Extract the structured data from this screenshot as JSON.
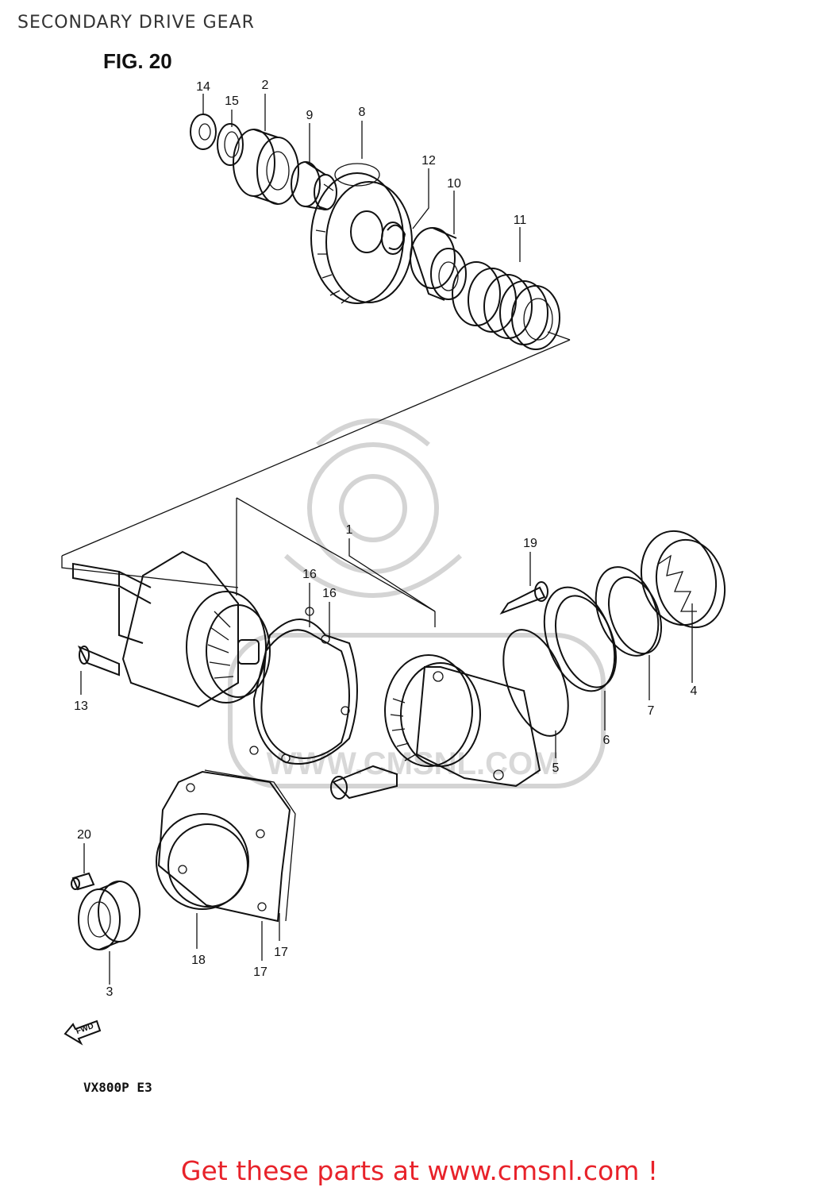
{
  "header": {
    "title": "SECONDARY DRIVE GEAR",
    "figure": "FIG. 20"
  },
  "footer": {
    "model_code": "VX800P E3",
    "fwd_label": "FWD",
    "cta_text": "Get these parts at www.cmsnl.com !"
  },
  "callouts": [
    {
      "id": "c14",
      "label": "14"
    },
    {
      "id": "c15",
      "label": "15"
    },
    {
      "id": "c2",
      "label": "2"
    },
    {
      "id": "c9",
      "label": "9"
    },
    {
      "id": "c8",
      "label": "8"
    },
    {
      "id": "c12",
      "label": "12"
    },
    {
      "id": "c10",
      "label": "10"
    },
    {
      "id": "c11",
      "label": "11"
    },
    {
      "id": "c1",
      "label": "1"
    },
    {
      "id": "c19",
      "label": "19"
    },
    {
      "id": "c16a",
      "label": "16"
    },
    {
      "id": "c16b",
      "label": "16"
    },
    {
      "id": "c13",
      "label": "13"
    },
    {
      "id": "c5",
      "label": "5"
    },
    {
      "id": "c6",
      "label": "6"
    },
    {
      "id": "c7",
      "label": "7"
    },
    {
      "id": "c4",
      "label": "4"
    },
    {
      "id": "c20",
      "label": "20"
    },
    {
      "id": "c18",
      "label": "18"
    },
    {
      "id": "c17a",
      "label": "17"
    },
    {
      "id": "c17b",
      "label": "17"
    },
    {
      "id": "c3",
      "label": "3"
    }
  ],
  "colors": {
    "line": "#111111",
    "watermark": "#d4d4d4",
    "cta": "#e8222a"
  }
}
